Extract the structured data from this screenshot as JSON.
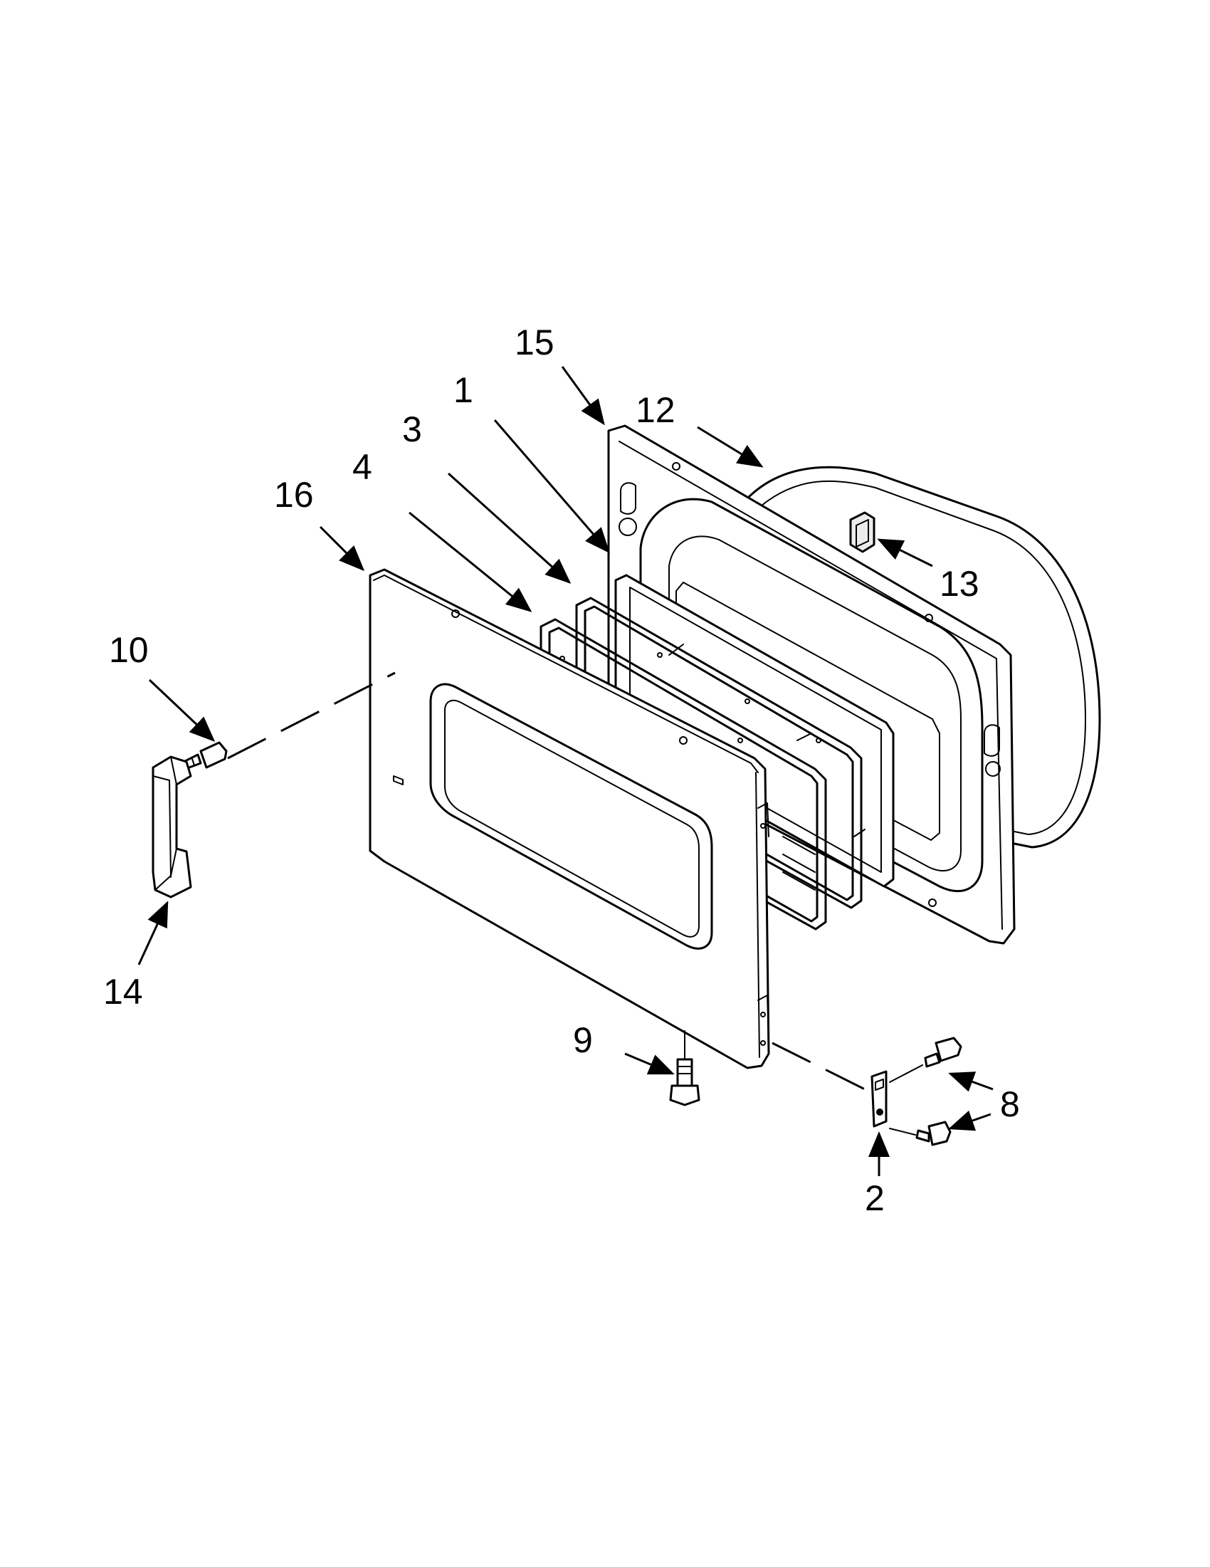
{
  "callouts": {
    "c1": "1",
    "c2": "2",
    "c3": "3",
    "c4": "4",
    "c8": "8",
    "c9": "9",
    "c10": "10",
    "c12": "12",
    "c13": "13",
    "c14": "14",
    "c15": "15",
    "c16": "16"
  }
}
